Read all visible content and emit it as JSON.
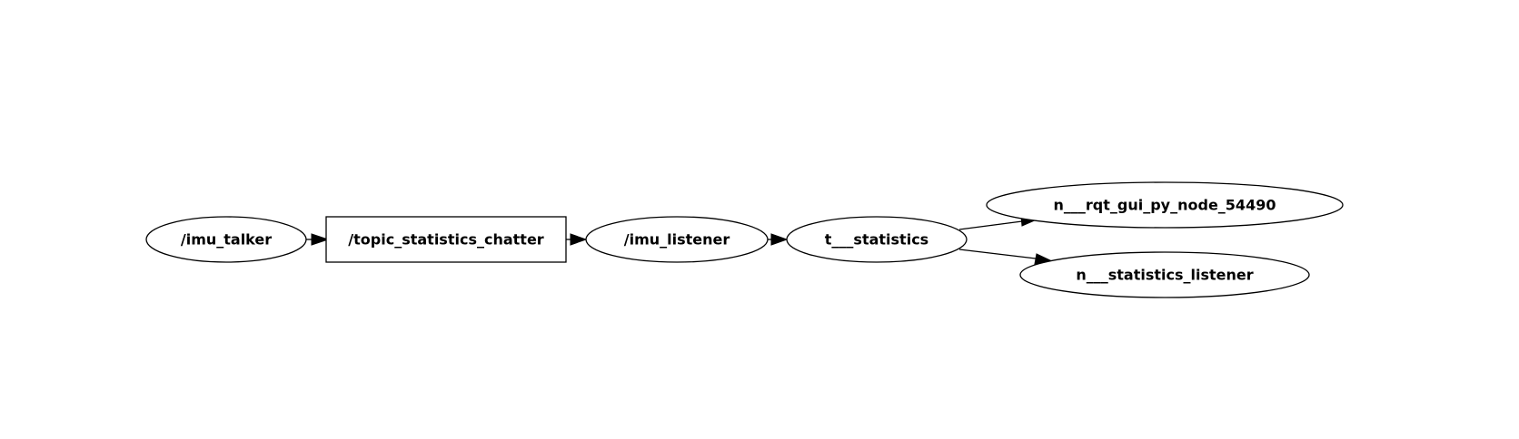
{
  "graph": {
    "nodes": [
      {
        "id": "imu_talker",
        "label": "/imu_talker",
        "shape": "ellipse",
        "kind": "node"
      },
      {
        "id": "topic_statistics_chatter",
        "label": "/topic_statistics_chatter",
        "shape": "box",
        "kind": "topic"
      },
      {
        "id": "imu_listener",
        "label": "/imu_listener",
        "shape": "ellipse",
        "kind": "node"
      },
      {
        "id": "t_statistics",
        "label": "t___statistics",
        "shape": "ellipse",
        "kind": "node"
      },
      {
        "id": "n_rqt_gui",
        "label": "n___rqt_gui_py_node_54490",
        "shape": "ellipse",
        "kind": "node"
      },
      {
        "id": "n_statistics_listener",
        "label": "n___statistics_listener",
        "shape": "ellipse",
        "kind": "node"
      }
    ],
    "edges": [
      {
        "from": "imu_talker",
        "to": "topic_statistics_chatter"
      },
      {
        "from": "topic_statistics_chatter",
        "to": "imu_listener"
      },
      {
        "from": "imu_listener",
        "to": "t_statistics"
      },
      {
        "from": "t_statistics",
        "to": "n_rqt_gui"
      },
      {
        "from": "t_statistics",
        "to": "n_statistics_listener"
      }
    ],
    "colors": {
      "background": "#ffffff",
      "stroke": "#000000",
      "text": "#000000"
    }
  }
}
